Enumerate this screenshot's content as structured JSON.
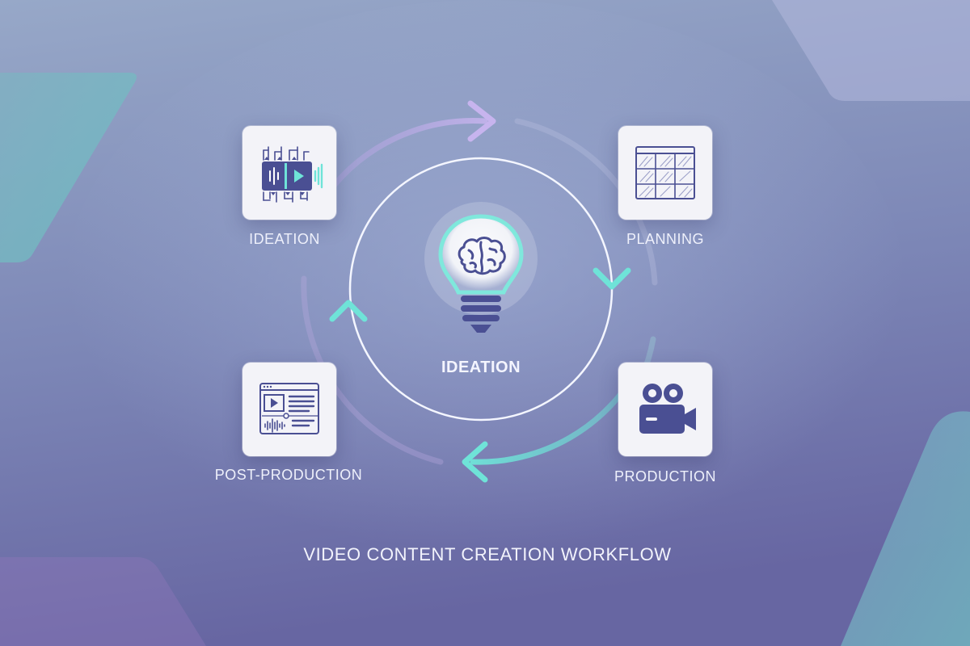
{
  "title": "VIDEO CONTENT CREATION WORKFLOW",
  "center": {
    "label": "IDEATION",
    "icon": "lightbulb-brain-icon"
  },
  "stages": [
    {
      "label": "IDEATION",
      "icon": "video-editing-timeline-icon"
    },
    {
      "label": "PLANNING",
      "icon": "storyboard-grid-icon"
    },
    {
      "label": "PRODUCTION",
      "icon": "video-camera-icon"
    },
    {
      "label": "POST-PRODUCTION",
      "icon": "video-editor-window-icon"
    }
  ],
  "colors": {
    "background_top": "#8fa0c4",
    "background_bottom": "#6a6fa6",
    "accent_teal": "#6fe3d8",
    "accent_lavender": "#c7b4ee",
    "icon_navy": "#4a4f93",
    "tile": "#f3f3f8"
  }
}
